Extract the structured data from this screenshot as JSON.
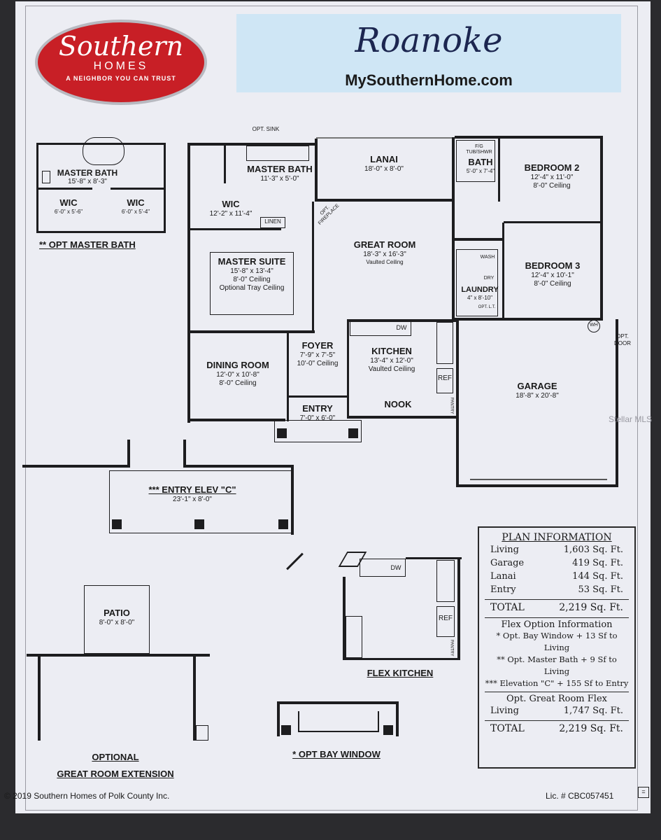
{
  "header": {
    "logo_brand": "Southern",
    "logo_sub": "HOMES",
    "logo_tagline": "A NEIGHBOR YOU CAN TRUST",
    "plan_name": "Roanoke",
    "website": "MySouthernHome.com"
  },
  "rooms": {
    "lanai": {
      "name": "LANAI",
      "dims": "18'-0\" x 8'-0\""
    },
    "master_bath": {
      "name": "MASTER BATH",
      "dims": "11'-3\" x 5'-0\"",
      "note": "OPT. SINK"
    },
    "bath": {
      "name": "BATH",
      "dims": "5'-0\" x 7'-4\"",
      "note": "F/G TUB/SHWR"
    },
    "bedroom2": {
      "name": "BEDROOM 2",
      "dims": "12'-4\" x 11'-0\"",
      "ceiling": "8'-0\" Ceiling"
    },
    "wic": {
      "name": "WIC",
      "dims": "12'-2\" x 11'-4\"",
      "linen": "LINEN"
    },
    "great_room": {
      "name": "GREAT ROOM",
      "dims": "18'-3\" x 16'-3\"",
      "ceiling": "Vaulted Ceiling",
      "fireplace": "OPT. FIREPLACE"
    },
    "bedroom3": {
      "name": "BEDROOM 3",
      "dims": "12'-4\" x 10'-1\"",
      "ceiling": "8'-0\" Ceiling"
    },
    "master_suite": {
      "name": "MASTER SUITE",
      "dims": "15'-8\" x 13'-4\"",
      "ceiling": "8'-0\" Ceiling",
      "tray": "Optional Tray Ceiling"
    },
    "laundry": {
      "name": "LAUNDRY",
      "dims": "4\" x 8'-10\"",
      "wash": "WASH",
      "dry": "DRY",
      "shelf": "OPT. L.T."
    },
    "dining": {
      "name": "DINING ROOM",
      "dims": "12'-0\" x 10'-8\"",
      "ceiling": "8'-0\" Ceiling"
    },
    "foyer": {
      "name": "FOYER",
      "dims": "7'-9\" x 7'-5\"",
      "ceiling": "10'-0\" Ceiling"
    },
    "kitchen": {
      "name": "KITCHEN",
      "dims": "13'-4\" x 12'-0\"",
      "ceiling": "Vaulted Ceiling",
      "dw": "DW",
      "ref": "REF",
      "pantry": "PANTRY"
    },
    "garage": {
      "name": "GARAGE",
      "dims": "18'-8\" x 20'-8\"",
      "wh": "WH",
      "opt_door": "OPT. DOOR"
    },
    "entry": {
      "name": "ENTRY",
      "dims": "7'-0\" x 6'-0\""
    },
    "nook": {
      "name": "NOOK"
    }
  },
  "options": {
    "opt_master_bath": {
      "title": "** OPT MASTER BATH",
      "bath_name": "MASTER BATH",
      "bath_dims": "15'-8\" x 8'-3\"",
      "wic1_name": "WIC",
      "wic1_dims": "6'-0\" x 5'-6\"",
      "wic2_name": "WIC",
      "wic2_dims": "6'-0\" x 5'-4\""
    },
    "entry_elev": {
      "title": "*** ENTRY ELEV \"C\"",
      "dims": "23'-1\" x 8'-0\""
    },
    "patio": {
      "name": "PATIO",
      "dims": "8'-0\" x 8'-0\""
    },
    "great_room_ext": {
      "title1": "OPTIONAL",
      "title2": "GREAT ROOM EXTENSION"
    },
    "flex_kitchen": {
      "title": "FLEX KITCHEN",
      "dw": "DW",
      "ref": "REF",
      "pantry": "PANTRY"
    },
    "bay_window": {
      "title": "* OPT BAY WINDOW"
    }
  },
  "plan_info": {
    "heading": "PLAN INFORMATION",
    "rows": [
      {
        "label": "Living",
        "value": "1,603 Sq. Ft."
      },
      {
        "label": "Garage",
        "value": "419 Sq. Ft."
      },
      {
        "label": "Lanai",
        "value": "144 Sq. Ft."
      },
      {
        "label": "Entry",
        "value": "53 Sq. Ft."
      }
    ],
    "total_label": "TOTAL",
    "total_value": "2,219 Sq. Ft.",
    "flex_heading": "Flex Option Information",
    "flex_notes": [
      "* Opt. Bay Window + 13 Sf to Living",
      "** Opt. Master Bath + 9 Sf to Living",
      "*** Elevation \"C\" + 155 Sf to Entry"
    ],
    "gr_heading": "Opt. Great Room Flex",
    "gr_rows": [
      {
        "label": "Living",
        "value": "1,747 Sq. Ft."
      }
    ],
    "gr_total_label": "TOTAL",
    "gr_total_value": "2,219 Sq. Ft."
  },
  "footer": {
    "copyright": "© 2019 Southern Homes of Polk County Inc.",
    "license": "Lic. # CBC057451",
    "watermark": "Stellar MLS"
  }
}
